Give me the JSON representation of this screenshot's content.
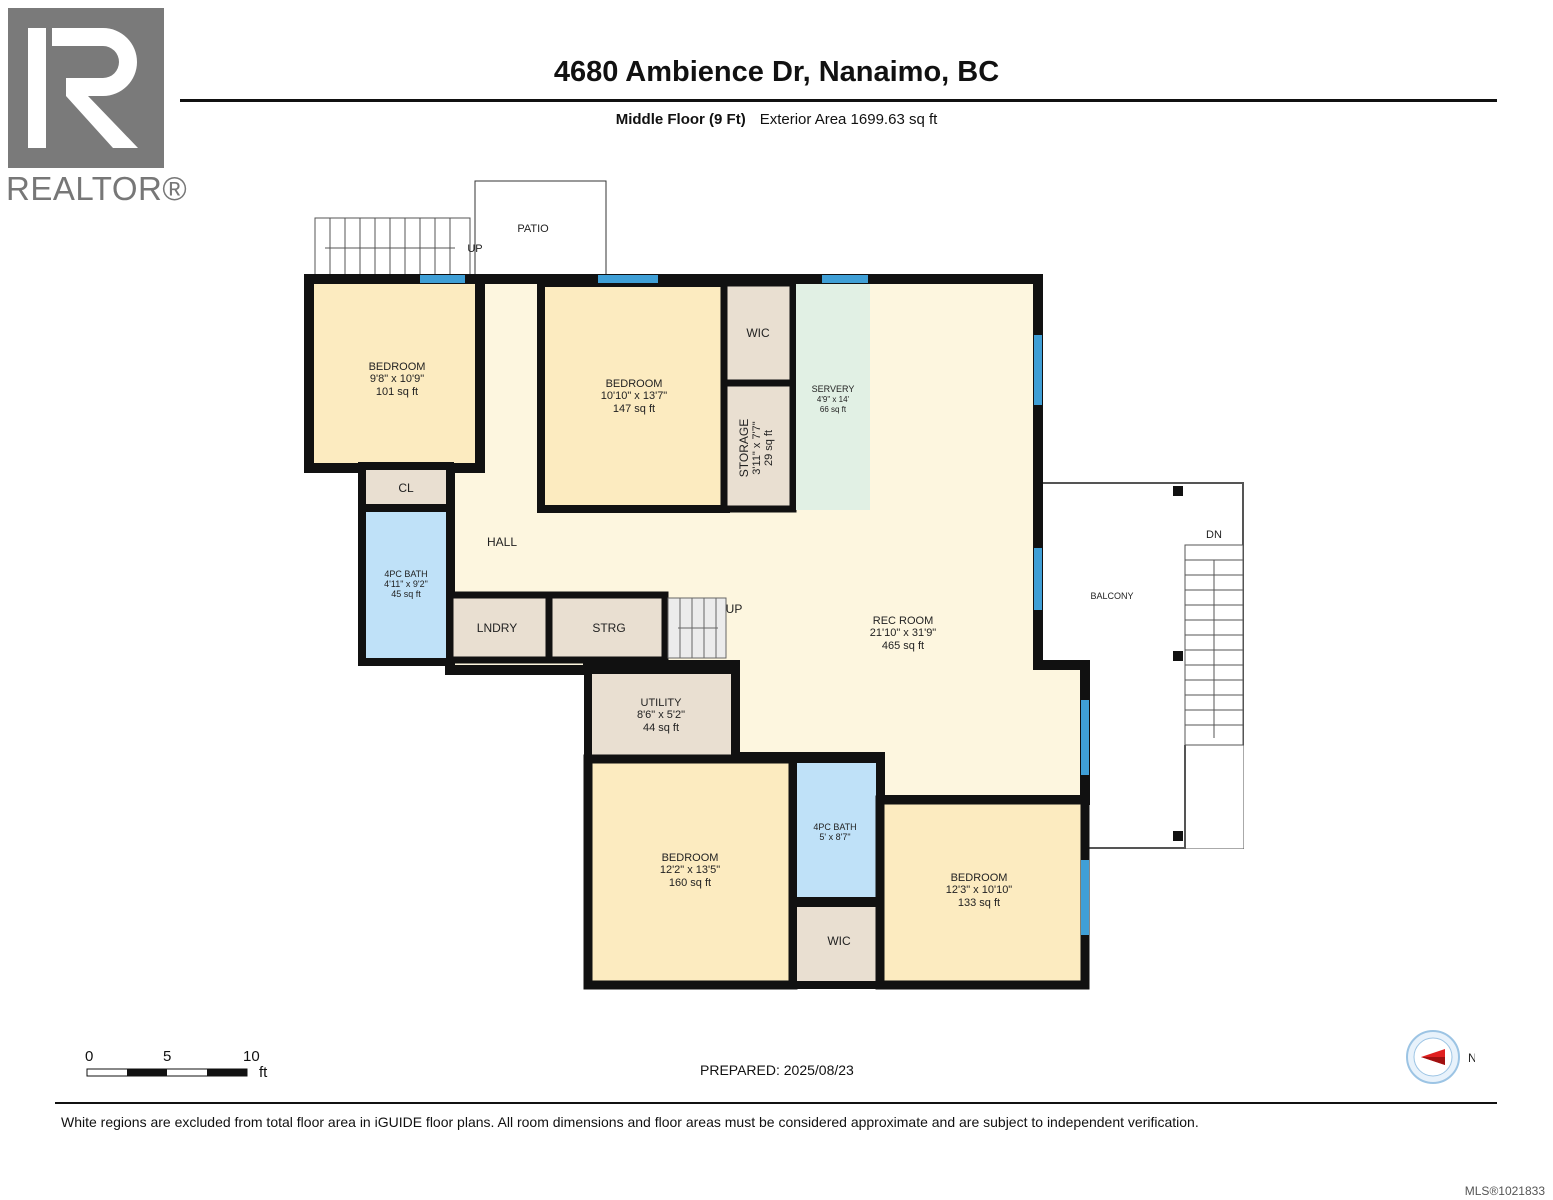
{
  "header": {
    "title": "4680 Ambience Dr, Nanaimo, BC",
    "floor": "Middle Floor (9 Ft)",
    "area": "Exterior Area 1699.63 sq ft"
  },
  "logo": {
    "text": "REALTOR®"
  },
  "plan": {
    "outside": {
      "patio": "PATIO",
      "patio_stairs": "UP",
      "balcony": "BALCONY",
      "balcony_stairs": "DN"
    },
    "rooms": [
      {
        "name": "BEDROOM",
        "dims": "9'8\" x 10'9\"",
        "area": "101 sq ft"
      },
      {
        "name": "BEDROOM",
        "dims": "10'10\" x 13'7\"",
        "area": "147 sq ft"
      },
      {
        "name": "WIC"
      },
      {
        "name": "STORAGE",
        "dims": "3'11\" x 7'7\"",
        "area": "29 sq ft"
      },
      {
        "name": "SERVERY",
        "dims": "4'9\" x 14'",
        "area": "66 sq ft"
      },
      {
        "name": "CL"
      },
      {
        "name": "4PC BATH",
        "dims": "4'11\" x 9'2\"",
        "area": "45 sq ft"
      },
      {
        "name": "HALL"
      },
      {
        "name": "LNDRY"
      },
      {
        "name": "STRG"
      },
      {
        "name": "UP"
      },
      {
        "name": "REC ROOM",
        "dims": "21'10\" x 31'9\"",
        "area": "465 sq ft"
      },
      {
        "name": "UTILITY",
        "dims": "8'6\" x 5'2\"",
        "area": "44 sq ft"
      },
      {
        "name": "BEDROOM",
        "dims": "12'2\" x 13'5\"",
        "area": "160 sq ft"
      },
      {
        "name": "4PC BATH",
        "dims": "5' x 8'7\""
      },
      {
        "name": "WIC"
      },
      {
        "name": "BEDROOM",
        "dims": "12'3\" x 10'10\"",
        "area": "133 sq ft"
      }
    ],
    "colors": {
      "bedroom": "#fcebc0",
      "hall": "#fdf6df",
      "utility": "#e9dfd1",
      "bath": "#bfe1f8",
      "servery": "#e1f0e4",
      "window": "#3f9fd6",
      "wall": "#111111"
    }
  },
  "scale": {
    "ticks": [
      "0",
      "5",
      "10"
    ],
    "unit": "ft"
  },
  "compass": {
    "label": "N"
  },
  "footer": {
    "prepared": "PREPARED: 2025/08/23",
    "disclaimer": "White regions are excluded from total floor area in iGUIDE floor plans. All room dimensions and floor areas must be considered approximate and are subject to independent verification.",
    "mls": "MLS®1021833"
  }
}
